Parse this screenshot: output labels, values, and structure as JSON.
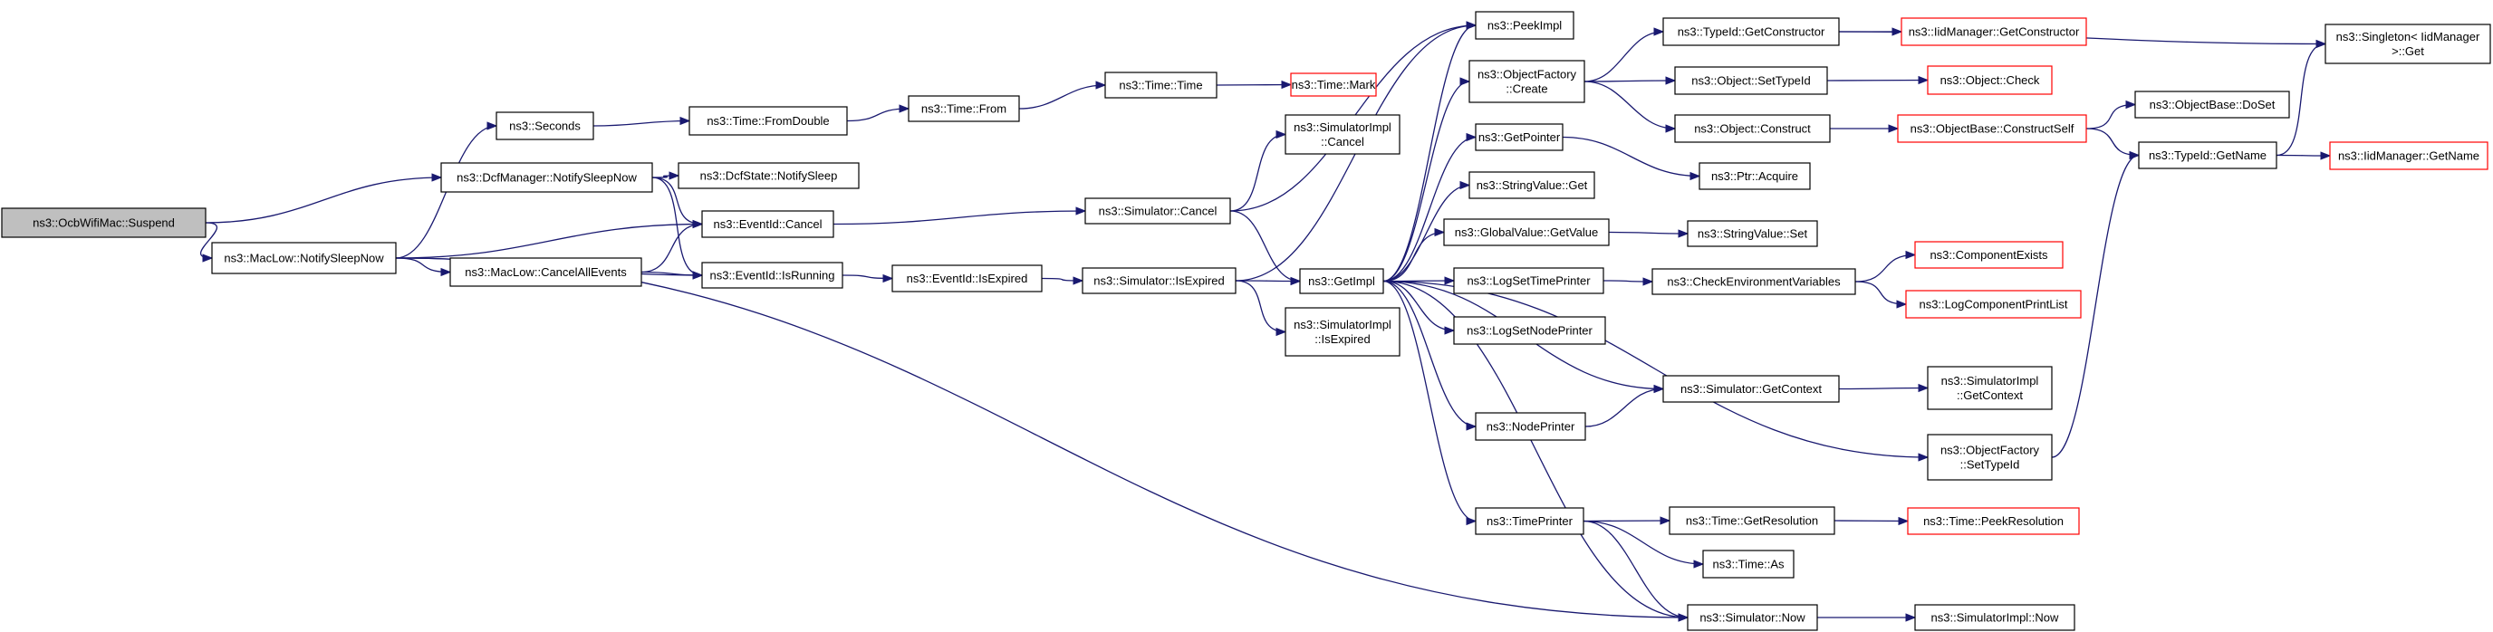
{
  "colors": {
    "edge": "#191970",
    "node_border": "#000000",
    "node_border_truncated": "#ff0000",
    "root_fill": "#bfbfbf",
    "node_fill": "#ffffff"
  },
  "nodes": [
    {
      "id": "suspend",
      "lines": [
        "ns3::OcbWifiMac::Suspend"
      ],
      "root": true
    },
    {
      "id": "notifysleepnow",
      "lines": [
        "ns3::MacLow::NotifySleepNow"
      ]
    },
    {
      "id": "seconds",
      "lines": [
        "ns3::Seconds"
      ]
    },
    {
      "id": "dcfnotify",
      "lines": [
        "ns3::DcfManager::NotifySleepNow"
      ]
    },
    {
      "id": "cancelall",
      "lines": [
        "ns3::MacLow::CancelAllEvents"
      ]
    },
    {
      "id": "fromdouble",
      "lines": [
        "ns3::Time::FromDouble"
      ]
    },
    {
      "id": "dcfstate",
      "lines": [
        "ns3::DcfState::NotifySleep"
      ]
    },
    {
      "id": "evcancel",
      "lines": [
        "ns3::EventId::Cancel"
      ]
    },
    {
      "id": "evrunning",
      "lines": [
        "ns3::EventId::IsRunning"
      ]
    },
    {
      "id": "timefrom",
      "lines": [
        "ns3::Time::From"
      ]
    },
    {
      "id": "evexpired",
      "lines": [
        "ns3::EventId::IsExpired"
      ]
    },
    {
      "id": "timetime",
      "lines": [
        "ns3::Time::Time"
      ]
    },
    {
      "id": "simcancel",
      "lines": [
        "ns3::Simulator::Cancel"
      ]
    },
    {
      "id": "simexpired",
      "lines": [
        "ns3::Simulator::IsExpired"
      ]
    },
    {
      "id": "timemark",
      "lines": [
        "ns3::Time::Mark"
      ],
      "truncated": true
    },
    {
      "id": "simimplcancel",
      "lines": [
        "ns3::SimulatorImpl",
        "::Cancel"
      ]
    },
    {
      "id": "getimpl",
      "lines": [
        "ns3::GetImpl"
      ]
    },
    {
      "id": "simimplexpired",
      "lines": [
        "ns3::SimulatorImpl",
        "::IsExpired"
      ]
    },
    {
      "id": "peekimpl",
      "lines": [
        "ns3::PeekImpl"
      ]
    },
    {
      "id": "objfactcreate",
      "lines": [
        "ns3::ObjectFactory",
        "::Create"
      ]
    },
    {
      "id": "getpointer",
      "lines": [
        "ns3::GetPointer"
      ]
    },
    {
      "id": "stringget",
      "lines": [
        "ns3::StringValue::Get"
      ]
    },
    {
      "id": "globalget",
      "lines": [
        "ns3::GlobalValue::GetValue"
      ]
    },
    {
      "id": "logsettime",
      "lines": [
        "ns3::LogSetTimePrinter"
      ]
    },
    {
      "id": "logsetnode",
      "lines": [
        "ns3::LogSetNodePrinter"
      ]
    },
    {
      "id": "nodeprinter",
      "lines": [
        "ns3::NodePrinter"
      ]
    },
    {
      "id": "timeprinter",
      "lines": [
        "ns3::TimePrinter"
      ]
    },
    {
      "id": "typeidgetctor",
      "lines": [
        "ns3::TypeId::GetConstructor"
      ]
    },
    {
      "id": "settypeid",
      "lines": [
        "ns3::Object::SetTypeId"
      ]
    },
    {
      "id": "objconstruct",
      "lines": [
        "ns3::Object::Construct"
      ]
    },
    {
      "id": "ptracquire",
      "lines": [
        "ns3::Ptr::Acquire"
      ]
    },
    {
      "id": "stringset",
      "lines": [
        "ns3::StringValue::Set"
      ]
    },
    {
      "id": "checkenv",
      "lines": [
        "ns3::CheckEnvironmentVariables"
      ]
    },
    {
      "id": "getcontext",
      "lines": [
        "ns3::Simulator::GetContext"
      ]
    },
    {
      "id": "getres",
      "lines": [
        "ns3::Time::GetResolution"
      ]
    },
    {
      "id": "timeas",
      "lines": [
        "ns3::Time::As"
      ]
    },
    {
      "id": "simnow",
      "lines": [
        "ns3::Simulator::Now"
      ]
    },
    {
      "id": "iidgetctor",
      "lines": [
        "ns3::IidManager::GetConstructor"
      ],
      "truncated": true
    },
    {
      "id": "objcheck",
      "lines": [
        "ns3::Object::Check"
      ],
      "truncated": true
    },
    {
      "id": "constructself",
      "lines": [
        "ns3::ObjectBase::ConstructSelf"
      ],
      "truncated": true
    },
    {
      "id": "compexists",
      "lines": [
        "ns3::ComponentExists"
      ],
      "truncated": true
    },
    {
      "id": "logcomplist",
      "lines": [
        "ns3::LogComponentPrintList"
      ],
      "truncated": true
    },
    {
      "id": "simimplctx",
      "lines": [
        "ns3::SimulatorImpl",
        "::GetContext"
      ]
    },
    {
      "id": "objfactsettype",
      "lines": [
        "ns3::ObjectFactory",
        "::SetTypeId"
      ]
    },
    {
      "id": "peekres",
      "lines": [
        "ns3::Time::PeekResolution"
      ],
      "truncated": true
    },
    {
      "id": "simimplnow",
      "lines": [
        "ns3::SimulatorImpl::Now"
      ]
    },
    {
      "id": "doset",
      "lines": [
        "ns3::ObjectBase::DoSet"
      ]
    },
    {
      "id": "typeidgetname",
      "lines": [
        "ns3::TypeId::GetName"
      ]
    },
    {
      "id": "singleton",
      "lines": [
        "ns3::Singleton< IidManager",
        "  >::Get"
      ]
    },
    {
      "id": "iidgetname",
      "lines": [
        "ns3::IidManager::GetName"
      ],
      "truncated": true
    }
  ],
  "edges": [
    [
      "suspend",
      "notifysleepnow"
    ],
    [
      "suspend",
      "dcfnotify"
    ],
    [
      "notifysleepnow",
      "seconds"
    ],
    [
      "notifysleepnow",
      "evcancel"
    ],
    [
      "notifysleepnow",
      "cancelall"
    ],
    [
      "notifysleepnow",
      "evrunning"
    ],
    [
      "notifysleepnow",
      "simnow"
    ],
    [
      "seconds",
      "fromdouble"
    ],
    [
      "fromdouble",
      "timefrom"
    ],
    [
      "timefrom",
      "timetime"
    ],
    [
      "timetime",
      "timemark"
    ],
    [
      "dcfnotify",
      "dcfstate"
    ],
    [
      "dcfnotify",
      "evcancel"
    ],
    [
      "dcfnotify",
      "evrunning"
    ],
    [
      "cancelall",
      "evcancel"
    ],
    [
      "cancelall",
      "evrunning"
    ],
    [
      "evcancel",
      "simcancel"
    ],
    [
      "evrunning",
      "evexpired"
    ],
    [
      "evexpired",
      "simexpired"
    ],
    [
      "simcancel",
      "simimplcancel"
    ],
    [
      "simcancel",
      "getimpl"
    ],
    [
      "simcancel",
      "peekimpl"
    ],
    [
      "simexpired",
      "getimpl"
    ],
    [
      "simexpired",
      "simimplexpired"
    ],
    [
      "simexpired",
      "peekimpl"
    ],
    [
      "getimpl",
      "peekimpl"
    ],
    [
      "getimpl",
      "objfactcreate"
    ],
    [
      "getimpl",
      "getpointer"
    ],
    [
      "getimpl",
      "stringget"
    ],
    [
      "getimpl",
      "globalget"
    ],
    [
      "getimpl",
      "logsettime"
    ],
    [
      "getimpl",
      "logsetnode"
    ],
    [
      "getimpl",
      "nodeprinter"
    ],
    [
      "getimpl",
      "timeprinter"
    ],
    [
      "getimpl",
      "objfactsettype"
    ],
    [
      "getimpl",
      "getcontext"
    ],
    [
      "getimpl",
      "simnow"
    ],
    [
      "objfactcreate",
      "typeidgetctor"
    ],
    [
      "objfactcreate",
      "settypeid"
    ],
    [
      "objfactcreate",
      "objconstruct"
    ],
    [
      "typeidgetctor",
      "iidgetctor"
    ],
    [
      "typeidgetctor",
      "singleton"
    ],
    [
      "settypeid",
      "objcheck"
    ],
    [
      "objconstruct",
      "constructself"
    ],
    [
      "constructself",
      "doset"
    ],
    [
      "constructself",
      "typeidgetname"
    ],
    [
      "typeidgetname",
      "singleton"
    ],
    [
      "typeidgetname",
      "iidgetname"
    ],
    [
      "getpointer",
      "ptracquire"
    ],
    [
      "globalget",
      "stringset"
    ],
    [
      "logsettime",
      "checkenv"
    ],
    [
      "checkenv",
      "compexists"
    ],
    [
      "checkenv",
      "logcomplist"
    ],
    [
      "nodeprinter",
      "getcontext"
    ],
    [
      "getcontext",
      "simimplctx"
    ],
    [
      "objfactsettype",
      "typeidgetname"
    ],
    [
      "timeprinter",
      "getres"
    ],
    [
      "timeprinter",
      "timeas"
    ],
    [
      "timeprinter",
      "simnow"
    ],
    [
      "getres",
      "peekres"
    ],
    [
      "simnow",
      "simimplnow"
    ]
  ]
}
